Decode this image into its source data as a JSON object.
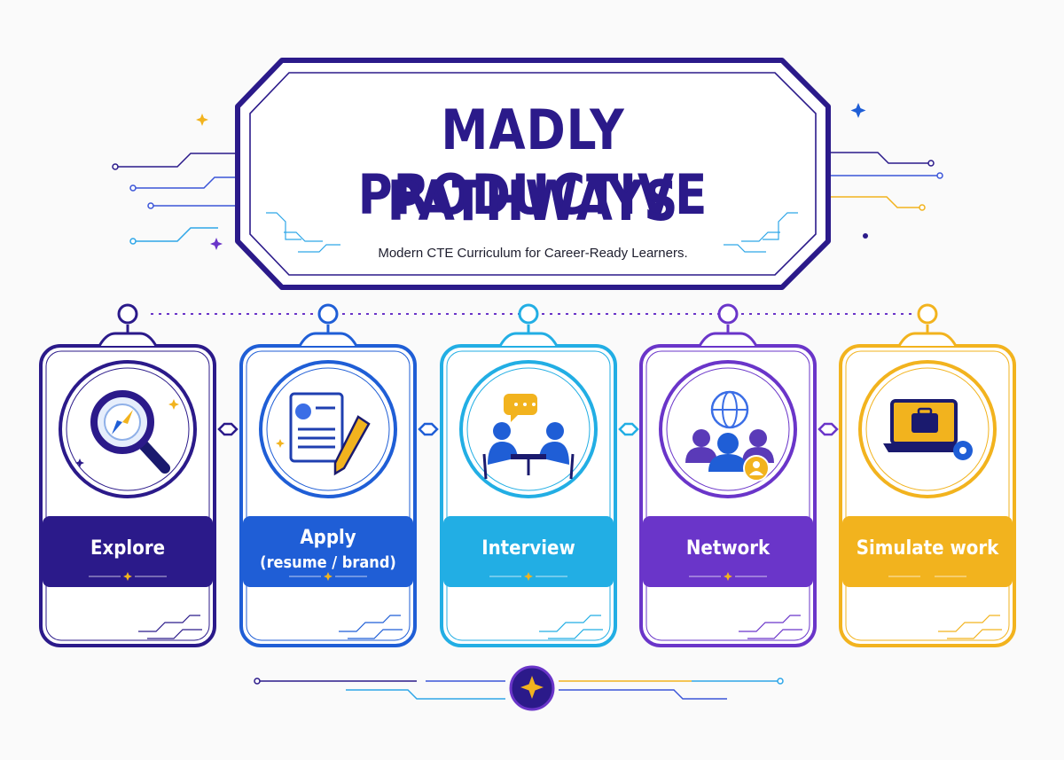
{
  "header": {
    "title_line1": "MADLY PRODUCTIVE",
    "title_line2": "PATHWAYS",
    "subtitle": "Modern CTE Curriculum for Career-Ready Learners."
  },
  "colors": {
    "navy": "#2b1a8a",
    "royal": "#1f5ed6",
    "sky": "#22aee4",
    "violet": "#6a35c9",
    "gold": "#f2b31e"
  },
  "steps": [
    {
      "label": "Explore",
      "icon": "compass-magnifier-icon",
      "color": "#2b1a8a"
    },
    {
      "label_line1": "Apply",
      "label_line2": "(resume / brand)",
      "icon": "resume-pencil-icon",
      "color": "#1f5ed6"
    },
    {
      "label": "Interview",
      "icon": "interview-chat-icon",
      "color": "#22aee4"
    },
    {
      "label": "Network",
      "icon": "network-globe-people-icon",
      "color": "#6a35c9"
    },
    {
      "label": "Simulate work",
      "icon": "laptop-briefcase-gear-icon",
      "color": "#f2b31e"
    }
  ]
}
